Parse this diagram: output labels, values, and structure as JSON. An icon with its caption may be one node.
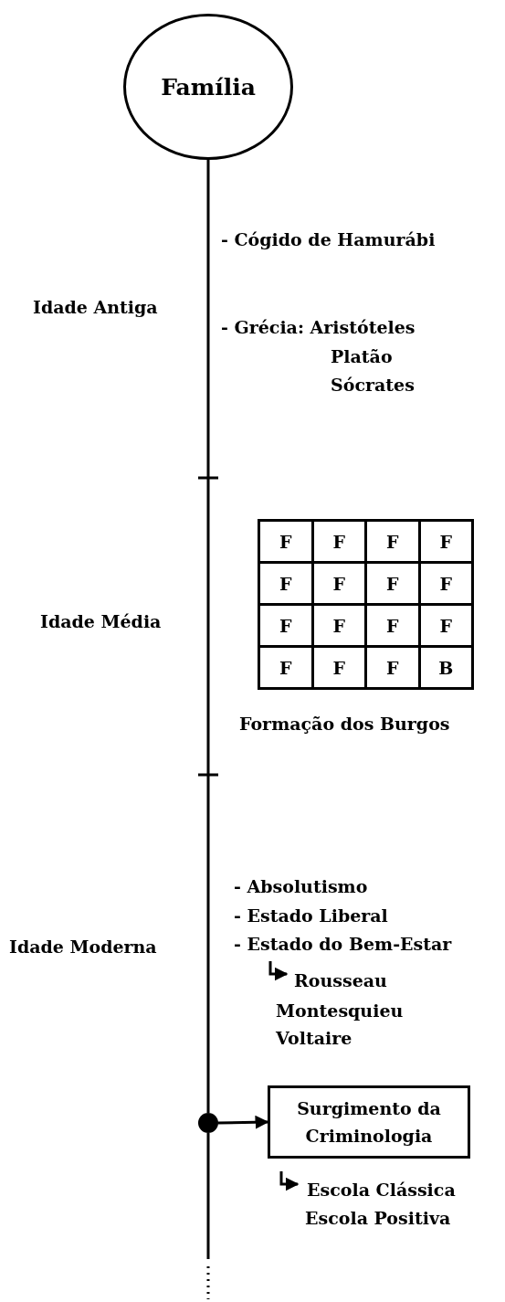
{
  "diagram": {
    "nodes": [
      {
        "text": [
          "Família"
        ]
      },
      {
        "text": [],
        "shape": "circle"
      },
      {
        "text": [
          "Surgimento da Criminologia"
        ]
      }
    ],
    "edges": [
      {
        "from": 0,
        "to": 1,
        "arrow": "none"
      },
      {
        "from": 1,
        "to": null,
        "arrow": "none"
      },
      {
        "from": 1,
        "to": 2,
        "arrow": "to"
      }
    ],
    "labels": [
      "- Cógido de Hamurábi",
      "Idade Antiga",
      "- Grécia: Aristóteles",
      "Platão",
      "Sócrates",
      "F",
      "F",
      "F",
      "F",
      "F",
      "F",
      "F",
      "F",
      "F",
      "F",
      "F",
      "F",
      "F",
      "F",
      "F",
      "B",
      "Formação dos Burgos",
      "Idade Média",
      "- Absolutismo",
      "- Estado Liberal",
      "Idade Moderna",
      "- Estado do Bem-Estar",
      "Rousseau",
      "Montesquieu",
      "Voltaire",
      "Escola Clássica",
      "Escola Positiva"
    ]
  }
}
